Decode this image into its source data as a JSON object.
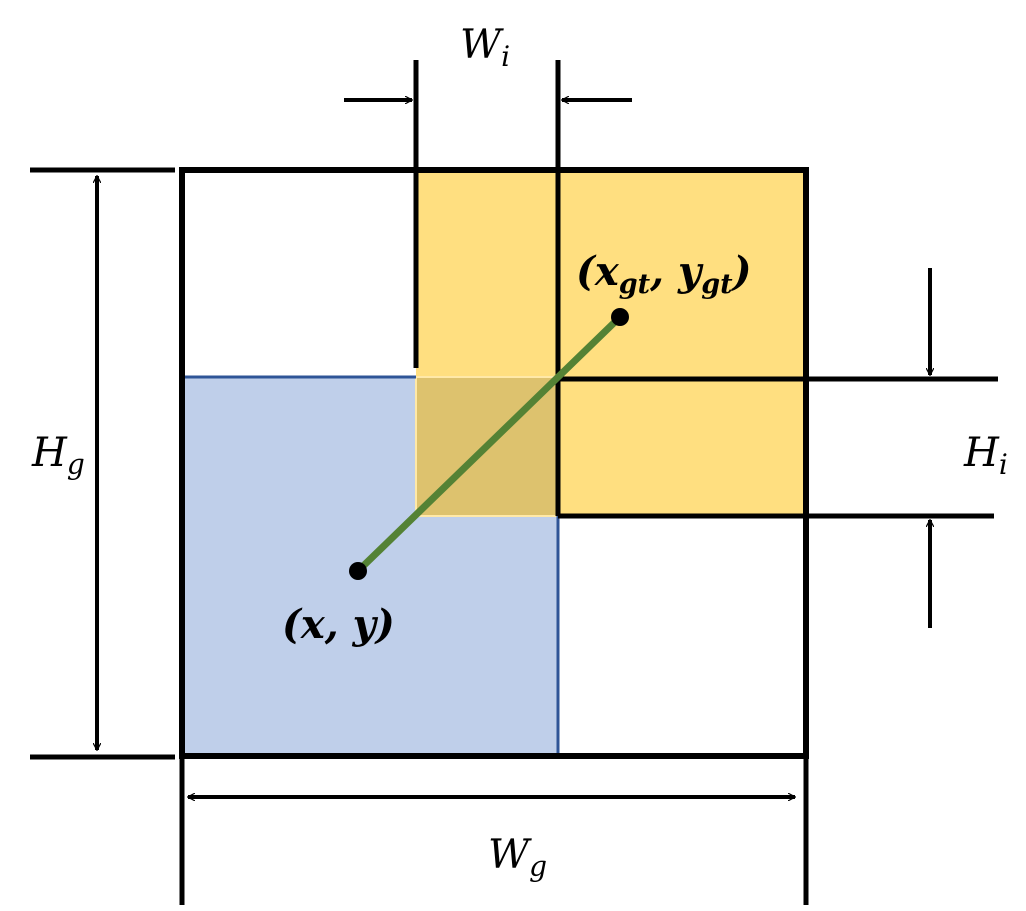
{
  "labels": {
    "wi": "W",
    "wi_sub": "i",
    "hi": "H",
    "hi_sub": "i",
    "hg": "H",
    "hg_sub": "g",
    "wg": "W",
    "wg_sub": "g",
    "pred_point": "(x, y)",
    "gt_open": "(x",
    "gt_sub1": "gt",
    "gt_mid": ", y",
    "gt_sub2": "gt",
    "gt_close": ")"
  },
  "colors": {
    "gt_box": "#FFDF80",
    "pred_box": "#BFCFEA",
    "pred_border": "#2F5597",
    "overlap": "#DDC26E",
    "center_line": "#548235",
    "stroke": "#000000"
  }
}
